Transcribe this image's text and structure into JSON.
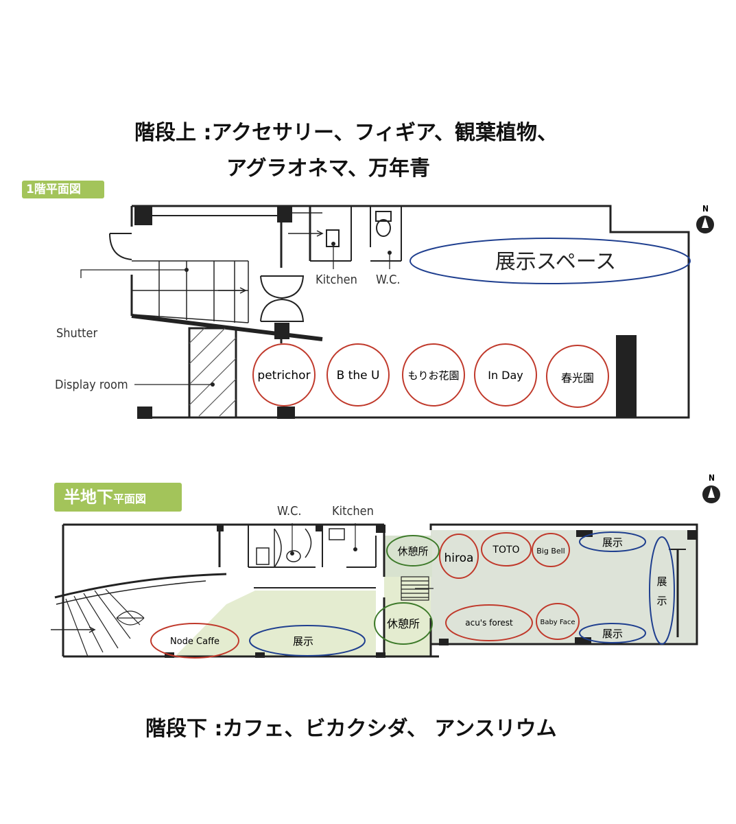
{
  "header": {
    "upstairs_line1": "階段上 :アクセサリー、フィギア、観葉植物、",
    "upstairs_line2": "アグラオネマ、万年青",
    "downstairs": "階段下 :カフェ、ビカクシダ、 アンスリウム"
  },
  "floor1": {
    "badge": "1階平面図",
    "labels": {
      "kitchen": "Kitchen",
      "wc": "W.C.",
      "shutter": "Shutter",
      "display_room": "Display room",
      "north": "N"
    },
    "exhibit_space": "展示スペース",
    "booths": [
      "petrichor",
      "B the U",
      "もりお花園",
      "In Day",
      "春光園"
    ]
  },
  "basement": {
    "badge_main": "半地下",
    "badge_sub": "平面図",
    "labels": {
      "wc": "W.C.",
      "kitchen": "Kitchen",
      "north": "N"
    },
    "rest_area_upper": "休憩所",
    "rest_area_lower": "休憩所",
    "booths": {
      "node_caffe": "Node Caffe",
      "hiroa": "hiroa",
      "toto": "TOTO",
      "big_bell": "Big Bell",
      "acus_forest": "acu's forest",
      "baby_face": "Baby Face"
    },
    "exhibits": {
      "left": "展示",
      "top_right": "展示",
      "bottom_right": "展示",
      "vertical": "展示"
    }
  },
  "colors": {
    "booth_outline": "#c0392b",
    "exhibit_outline": "#1f3f8f",
    "rest_outline": "#3d7a2a",
    "badge": "#a3c45a",
    "basement_fill_left": "#e4ecd0",
    "basement_fill_right": "#dde3d8"
  }
}
